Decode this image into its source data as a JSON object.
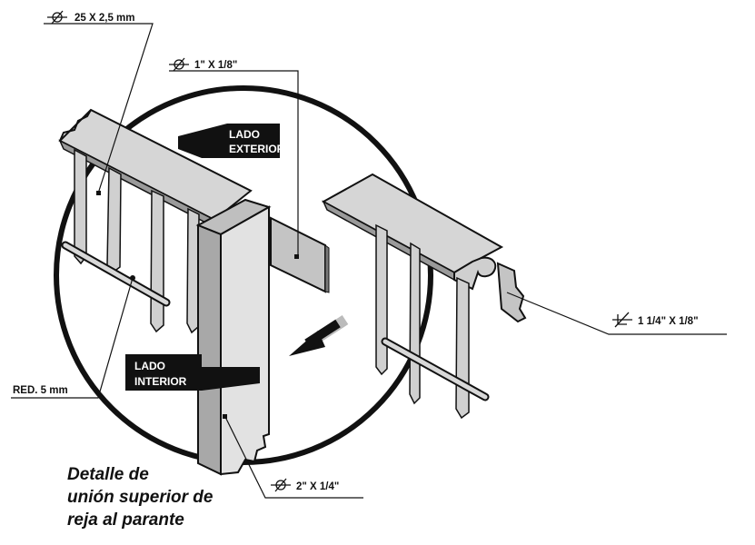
{
  "labels": {
    "flat_bar_top": "25 X 2,5 mm",
    "angle_small": "1\" X 1/8\"",
    "angle_right": "1 1/4\" X 1/8\"",
    "round_bar": "RED. 5 mm",
    "post": "2\" X 1/4\""
  },
  "tags": {
    "exterior": [
      "LADO",
      "EXTERIOR"
    ],
    "interior": [
      "LADO",
      "INTERIOR"
    ]
  },
  "caption": [
    "Detalle de",
    "unión superior de",
    "reja al parante"
  ],
  "colors": {
    "ink": "#111111",
    "steel_light": "#d9d9d9",
    "steel_mid": "#bdbdbd",
    "steel_dark": "#8c8c8c",
    "tag_bg": "#111111"
  },
  "icons": {
    "diameter_symbol": "diameter-icon",
    "angle_symbol": "angle-profile-icon",
    "direction_arrow": "assembly-arrow-icon"
  }
}
